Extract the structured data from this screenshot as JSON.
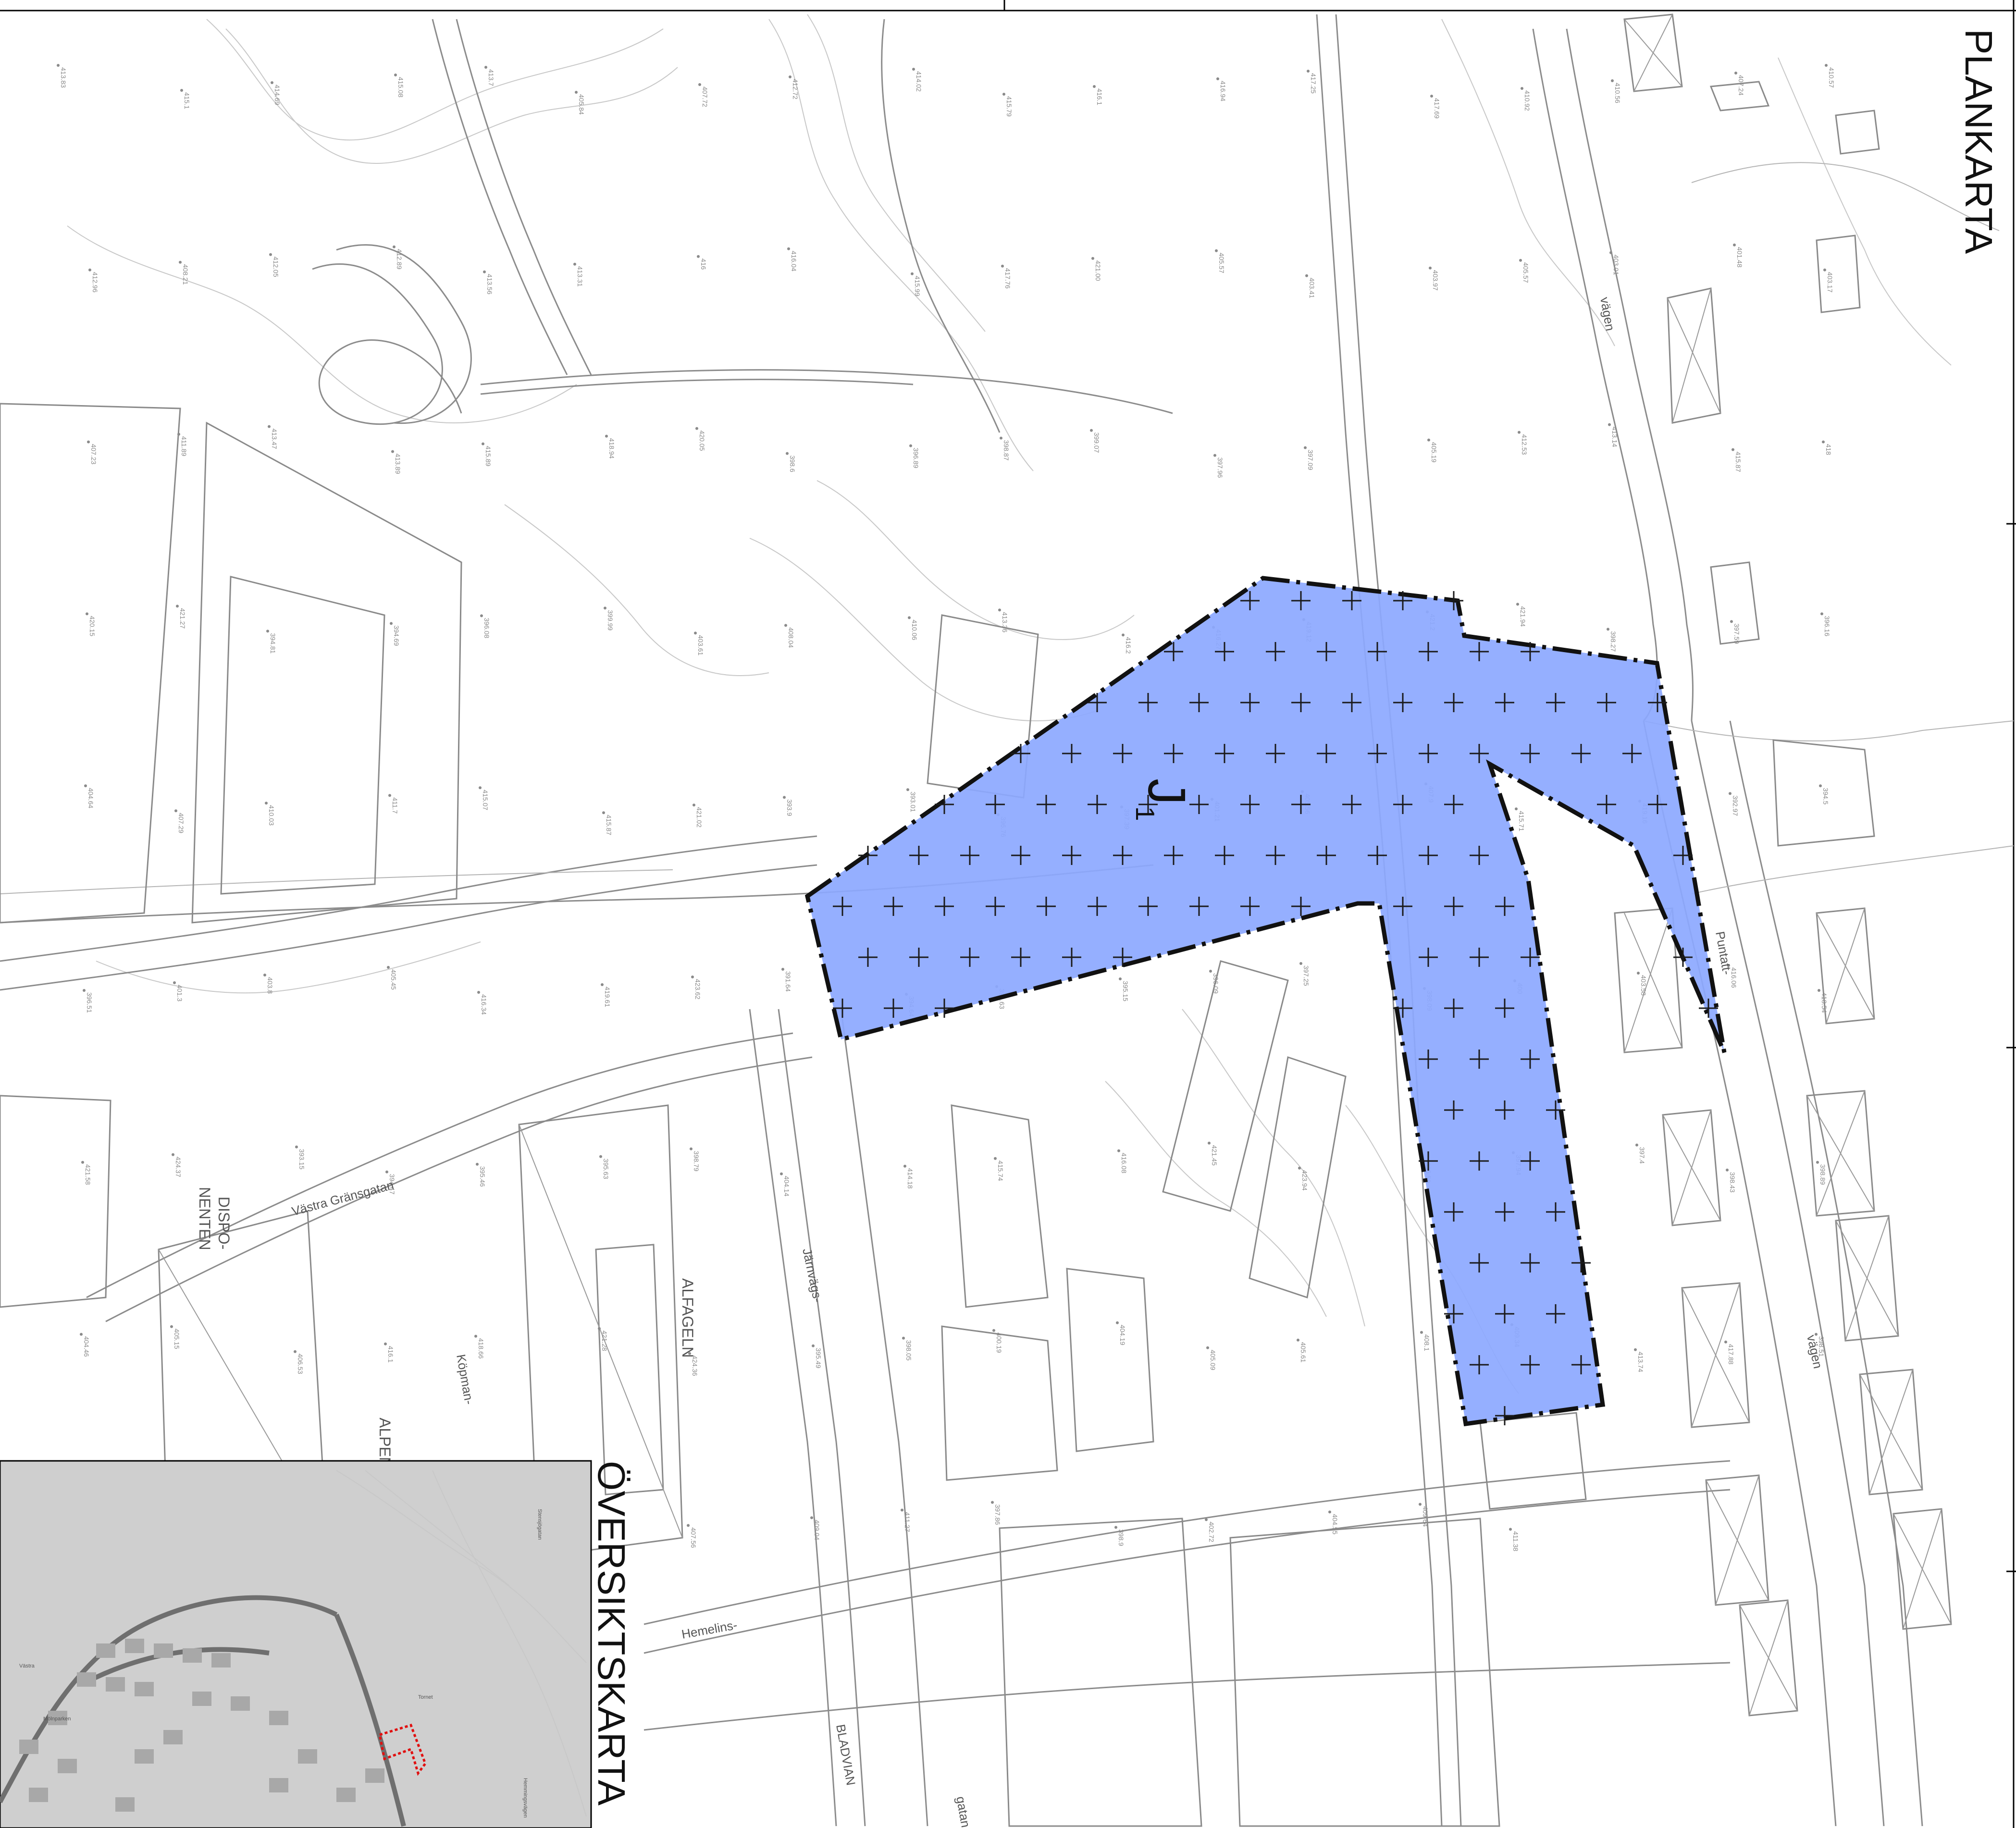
{
  "map_title": "PLANKARTA",
  "overview_title": "ÖVERSIKTSKARTA",
  "zone": {
    "letter": "J",
    "subscript": "1",
    "fill_color": "#8ca8ff",
    "boundary_color": "#111111"
  },
  "street_labels": {
    "vastra_gransgatan": "Västra Gränsgatan",
    "jarnvags": "Järnvägs-",
    "kopman": "Köpman-",
    "hemmelins": "Hemelins-",
    "gatan": "gatan",
    "puntatt": "Puntatt-",
    "vagen_top": "vägen",
    "vagen_right": "vägen",
    "bladvian": "BLADVIAN"
  },
  "place_labels": {
    "dispo_1": "DISPO-",
    "dispo_2": "NENTEN",
    "alfageln": "ALFAGELN",
    "alpen": "ALPEN"
  },
  "spot_heights": [
    "413.83",
    "415.1",
    "414.69",
    "415.08",
    "413.7",
    "405.84",
    "407.72",
    "412.72",
    "414.02",
    "415.79",
    "416.1",
    "416.94",
    "417.25",
    "417.69",
    "410.92",
    "410.56",
    "407.24",
    "410.57",
    "412.96",
    "408.21",
    "412.05",
    "412.89",
    "413.56",
    "413.31",
    "416",
    "416.04",
    "415.99",
    "417.76",
    "421.00",
    "405.57",
    "403.41",
    "403.97",
    "405.57",
    "403.01",
    "401.48",
    "403.17",
    "407.23",
    "411.89",
    "413.47",
    "413.89",
    "415.89",
    "418.94",
    "420.05",
    "398.6",
    "396.89",
    "398.87",
    "399.07",
    "397.96",
    "397.09",
    "405.19",
    "412.53",
    "413.14",
    "415.87",
    "418",
    "420.15",
    "421.27",
    "394.81",
    "394.69",
    "396.08",
    "399.99",
    "403.61",
    "408.04",
    "410.06",
    "413.36",
    "416.2",
    "416.27",
    "419.12",
    "421.2",
    "421.94",
    "398.27",
    "397.59",
    "396.16",
    "404.64",
    "407.29",
    "410.03",
    "411.7",
    "415.07",
    "415.87",
    "421.02",
    "393.9",
    "393.01",
    "396.76",
    "397.39",
    "401.21",
    "405.56",
    "407.9",
    "415.71",
    "419.16",
    "392.97",
    "394.5",
    "396.51",
    "401.3",
    "403.8",
    "405.45",
    "416.34",
    "419.61",
    "423.62",
    "391.64",
    "394.64",
    "394.63",
    "395.15",
    "396.09",
    "397.25",
    "398.09",
    "400",
    "403.58",
    "416.06",
    "418.54",
    "421.58",
    "424.37",
    "393.15",
    "394.47",
    "395.46",
    "395.63",
    "398.79",
    "404.14",
    "414.18",
    "415.74",
    "416.08",
    "421.45",
    "423.94",
    "395.59",
    "397.94",
    "397.4",
    "398.43",
    "398.89",
    "404.46",
    "405.15",
    "406.53",
    "416.1",
    "418.66",
    "421.28",
    "424.36",
    "395.49",
    "398.05",
    "400.19",
    "404.19",
    "405.09",
    "405.61",
    "408.1",
    "409.34",
    "413.74",
    "417.88",
    "398.51",
    "399.71",
    "400.41",
    "401.34",
    "403.47",
    "404.65",
    "405.35",
    "407.56",
    "409.04",
    "411.27",
    "397.86",
    "398.9",
    "402.72",
    "404.55",
    "409.64",
    "411.38"
  ],
  "inset_labels": [
    "Stensjögatan",
    "Tornet",
    "Hemmingsvägen",
    "Mölnparken",
    "Västra"
  ]
}
